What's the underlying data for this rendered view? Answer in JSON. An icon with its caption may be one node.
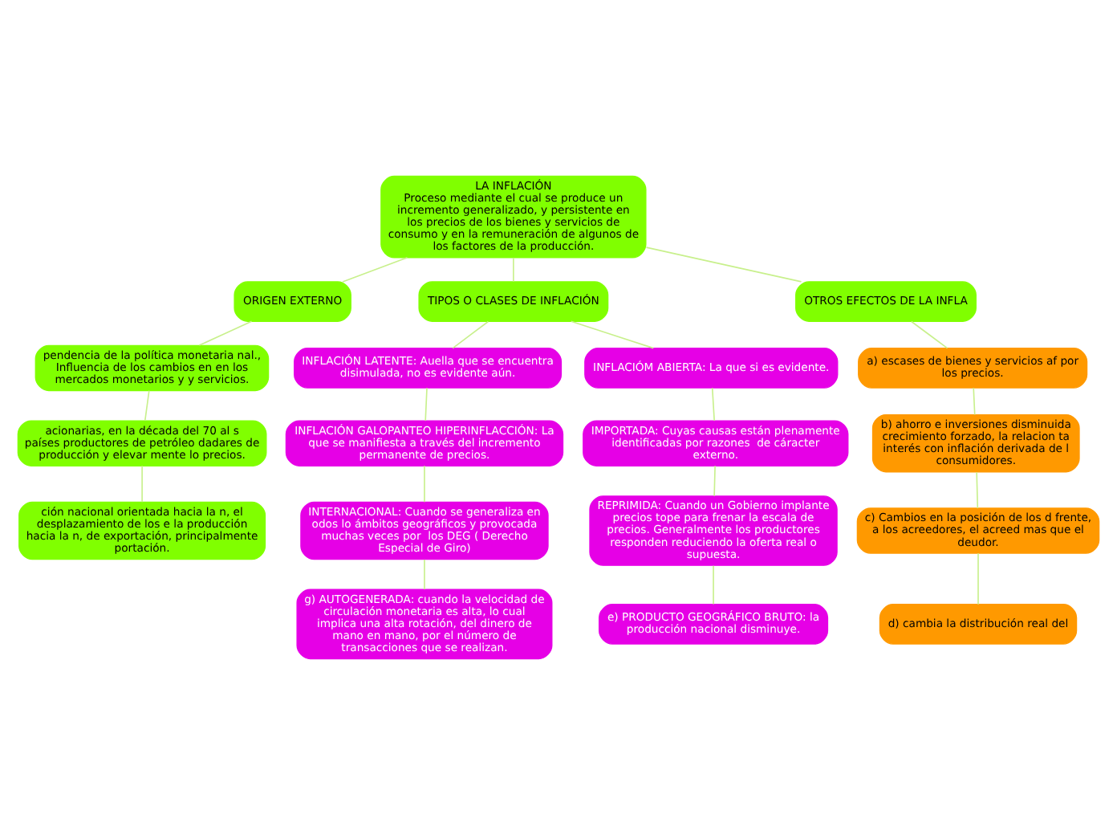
{
  "diagram": {
    "nodes": [
      {
        "text": [
          "LA INFLACIÓN",
          "Proceso mediante el cual se produce un incremento generalizado, y persistente en los precios de los bienes y servicios de consumo y en la remuneración de algunos de los factores de la producción."
        ]
      },
      {
        "text": [
          "ORIGEN EXTERNO"
        ]
      },
      {
        "text": [
          "TIPOS O CLASES DE INFLACIÓN"
        ]
      },
      {
        "text": [
          "OTROS EFECTOS DE LA INFLA"
        ]
      },
      {
        "text": [
          "pendencia de la política monetaria nal., Influencia de los cambios en en los mercados monetarios y y servicios."
        ]
      },
      {
        "text": [
          "acionarias, en la década del 70 al s países productores de petróleo dadares de producción y elevar mente lo precios."
        ]
      },
      {
        "text": [
          "ción nacional orientada hacia la n, el desplazamiento de los e la producción hacia la n, de exportación, principalmente portación."
        ]
      },
      {
        "text": [
          "INFLACIÓN LATENTE: Auella que se encuentra disimulada, no es evidente aún."
        ]
      },
      {
        "text": [
          "INFLACIÓN GALOPANTEO HIPERINFLACCIÓN: La que se manifiesta a través del incremento permanente de precios."
        ]
      },
      {
        "text": [
          "INTERNACIONAL: Cuando se generaliza en odos lo ámbitos geográficos y provocada muchas veces por  los DEG ( Derecho Especial de Giro)"
        ]
      },
      {
        "text": [
          "g) AUTOGENERADA: cuando la velocidad de circulación monetaria es alta, lo cual implica una alta rotación, del dinero de mano en mano, por el número de transacciones que se realizan."
        ]
      },
      {
        "text": [
          "INFLACIÓM ABIERTA: La que si es evidente."
        ]
      },
      {
        "text": [
          "IMPORTADA: Cuyas causas están plenamente identificadas por razones  de cáracter externo."
        ]
      },
      {
        "text": [
          "REPRIMIDA: Cuando un Gobierno implante precios tope para frenar la escala de precios. Generalmente los productores responden reduciendo la oferta real o supuesta."
        ]
      },
      {
        "text": [
          "e) PRODUCTO GEOGRÁFICO BRUTO: la producción nacional disminuye."
        ]
      },
      {
        "text": [
          "a) escases de bienes y servicios af por los precios."
        ]
      },
      {
        "text": [
          "b) ahorro e inversiones disminuida crecimiento forzado, la relacion ta interés con inflación derivada de l consumidores."
        ]
      },
      {
        "text": [
          "c) Cambios en la posición de los d frente, a los acreedores, el acreed mas que el deudor."
        ]
      },
      {
        "text": [
          "d) cambia la distribución real del"
        ]
      }
    ],
    "edges": [
      {
        "from": 0,
        "to": 1,
        "arrow": "none"
      },
      {
        "from": 0,
        "to": 2,
        "arrow": "none"
      },
      {
        "from": 0,
        "to": 3,
        "arrow": "none"
      },
      {
        "from": 1,
        "to": 4,
        "arrow": "none"
      },
      {
        "from": 4,
        "to": 5,
        "arrow": "none"
      },
      {
        "from": 5,
        "to": 6,
        "arrow": "none"
      },
      {
        "from": 2,
        "to": 7,
        "arrow": "none"
      },
      {
        "from": 7,
        "to": 8,
        "arrow": "none"
      },
      {
        "from": 8,
        "to": 9,
        "arrow": "none"
      },
      {
        "from": 9,
        "to": 10,
        "arrow": "none"
      },
      {
        "from": 2,
        "to": 11,
        "arrow": "none"
      },
      {
        "from": 11,
        "to": 12,
        "arrow": "none"
      },
      {
        "from": 12,
        "to": 13,
        "arrow": "none"
      },
      {
        "from": 13,
        "to": 14,
        "arrow": "none"
      },
      {
        "from": 3,
        "to": 15,
        "arrow": "none"
      },
      {
        "from": 15,
        "to": 16,
        "arrow": "none"
      },
      {
        "from": 16,
        "to": 17,
        "arrow": "none"
      },
      {
        "from": 17,
        "to": 18,
        "arrow": "none"
      }
    ]
  }
}
